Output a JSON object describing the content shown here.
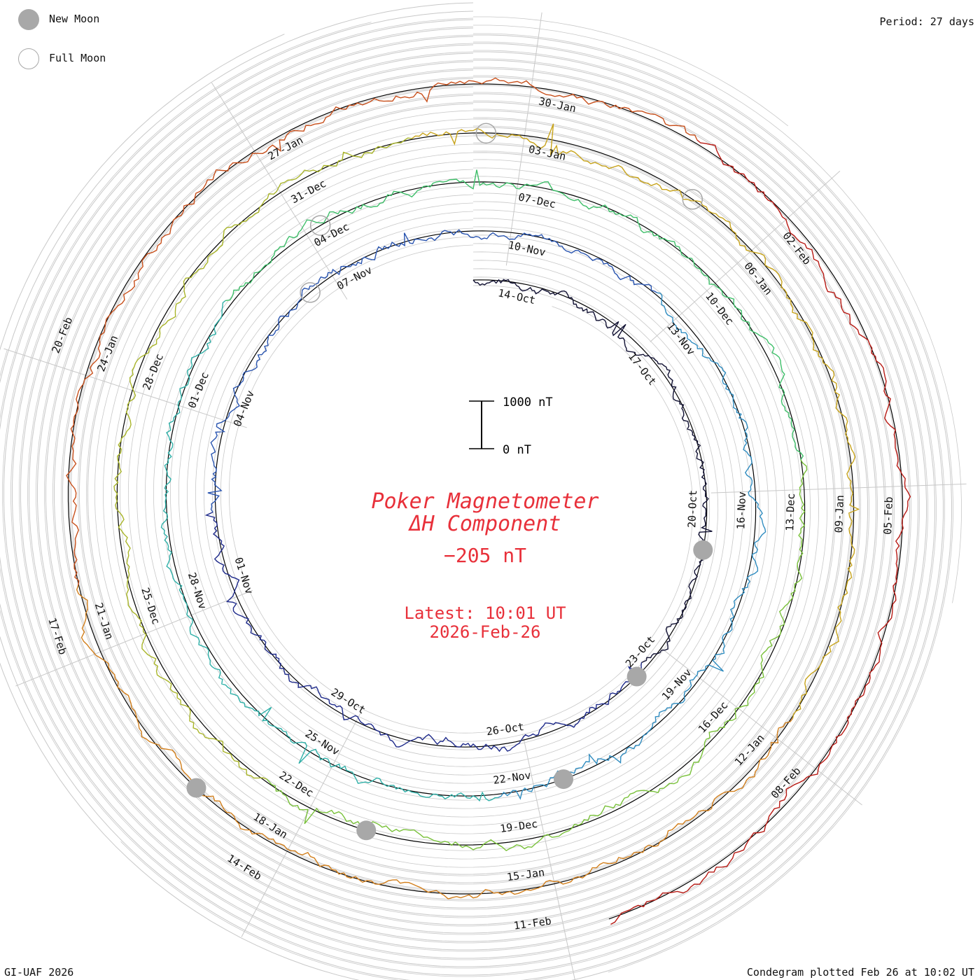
{
  "header": {
    "period": "Period: 27 days",
    "credit": "GI-UAF 2026",
    "plotted": "Condegram plotted Feb 26 at 10:02 UT"
  },
  "legend": {
    "new_moon": "New Moon",
    "full_moon": "Full Moon"
  },
  "chart_data": {
    "type": "line",
    "title": "Poker Magnetometer",
    "subtitle": "ΔH Component",
    "current_value": "−205 nT",
    "latest_line1": "Latest: 10:01 UT",
    "latest_line2": "2026-Feb-26",
    "scale_bar": {
      "top_label": "1000 nT",
      "bottom_label": "0 nT"
    },
    "period_days": 27,
    "series": [
      {
        "days": [
          "14-Oct",
          "17-Oct",
          "20-Oct",
          "23-Oct",
          "26-Oct",
          "29-Oct",
          "01-Nov",
          "04-Nov",
          "07-Nov"
        ]
      },
      {
        "days": [
          "10-Nov",
          "13-Nov",
          "16-Nov",
          "19-Nov",
          "22-Nov",
          "25-Nov",
          "28-Nov",
          "01-Dec",
          "04-Dec"
        ]
      },
      {
        "days": [
          "07-Dec",
          "10-Dec",
          "13-Dec",
          "16-Dec",
          "19-Dec",
          "22-Dec",
          "25-Dec",
          "28-Dec",
          "31-Dec"
        ]
      },
      {
        "days": [
          "03-Jan",
          "06-Jan",
          "09-Jan",
          "12-Jan",
          "15-Jan",
          "18-Jan",
          "21-Jan",
          "24-Jan",
          "27-Jan"
        ]
      },
      {
        "days": [
          "30-Jan",
          "02-Feb",
          "05-Feb",
          "08-Feb",
          "11-Feb",
          "14-Feb",
          "17-Feb",
          "20-Feb"
        ]
      }
    ],
    "colors": {
      "title": "#e8303a",
      "segments": [
        "#111133",
        "#1e2a8a",
        "#2a55b0",
        "#2f8cc0",
        "#2fb0a8",
        "#3fbf6a",
        "#79c13a",
        "#a9b52a",
        "#c8a41c",
        "#d27f1c",
        "#c8501c",
        "#b81a14"
      ],
      "grid": "#c8c8c8",
      "baseline": "#000000",
      "moon": "#a8a8a8"
    }
  }
}
